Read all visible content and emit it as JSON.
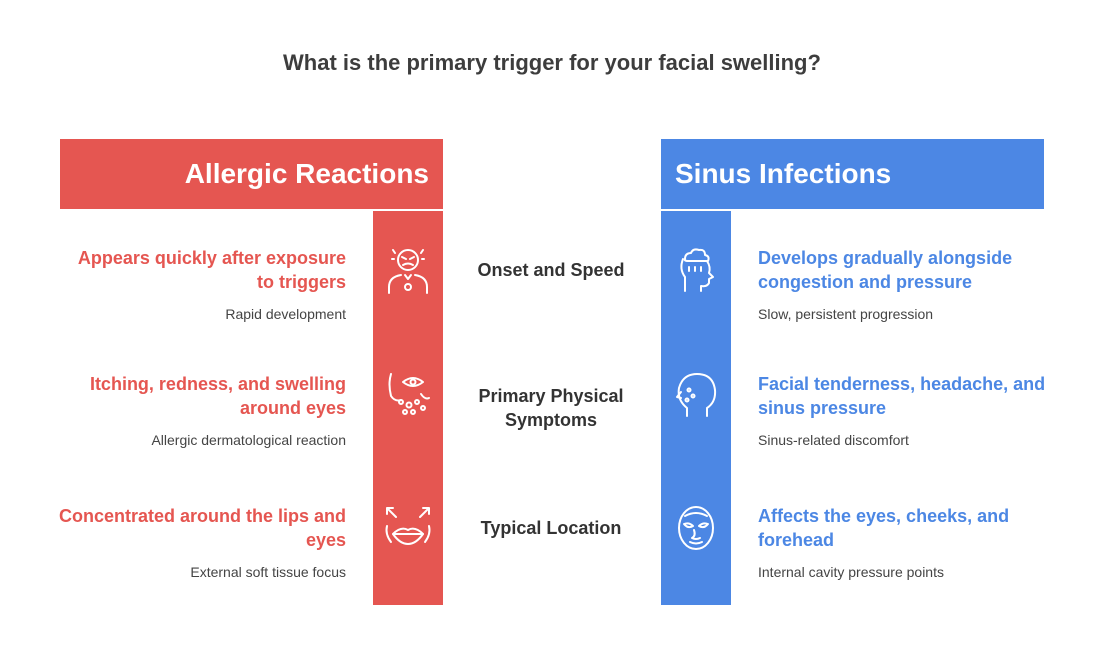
{
  "title": "What is the primary trigger for your facial swelling?",
  "left": {
    "header": "Allergic Reactions",
    "items": [
      {
        "heading": "Appears quickly after exposure to triggers",
        "sub": "Rapid development",
        "icon": "face-reaction-icon"
      },
      {
        "heading": "Itching, redness, and swelling around eyes",
        "sub": "Allergic dermatological reaction",
        "icon": "eye-swelling-icon"
      },
      {
        "heading": "Concentrated around the lips and eyes",
        "sub": "External soft tissue focus",
        "icon": "lips-expand-icon"
      }
    ]
  },
  "right": {
    "header": "Sinus Infections",
    "items": [
      {
        "heading": "Develops gradually alongside congestion and pressure",
        "sub": "Slow, persistent progression",
        "icon": "head-cloud-icon"
      },
      {
        "heading": "Facial tenderness, headache, and sinus pressure",
        "sub": "Sinus-related discomfort",
        "icon": "head-profile-icon"
      },
      {
        "heading": "Affects the eyes, cheeks, and forehead",
        "sub": "Internal cavity pressure points",
        "icon": "face-front-icon"
      }
    ]
  },
  "criteria": [
    "Onset and Speed",
    "Primary Physical Symptoms",
    "Typical Location"
  ],
  "colors": {
    "allergic": "#e55651",
    "sinus": "#4c87e4"
  }
}
